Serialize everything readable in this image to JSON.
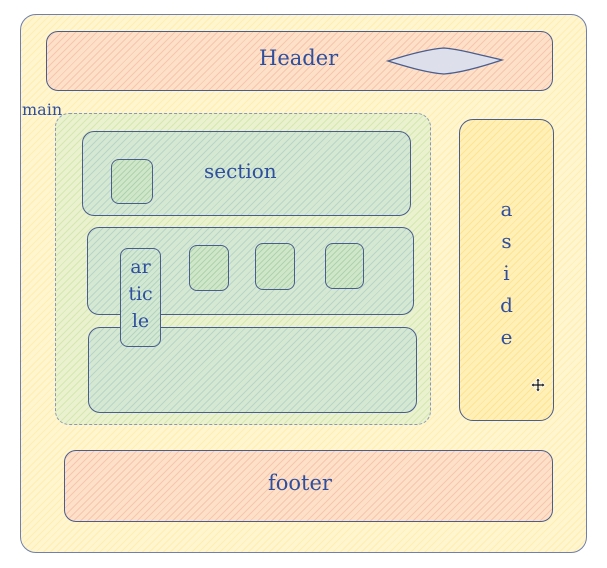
{
  "labels": {
    "header": "Header",
    "main": "main",
    "section": "section",
    "article": [
      "ar",
      "tic",
      "le"
    ],
    "aside": [
      "a",
      "s",
      "i",
      "d",
      "e"
    ],
    "footer": "footer"
  },
  "colors": {
    "page_fill": "#fff6cf",
    "header_fill": "#fde0c8",
    "footer_fill": "#fde0c8",
    "main_fill": "#eaf1cf",
    "block_fill": "#d5e8d2",
    "aside_fill": "#fff0b8",
    "diamond_fill": "#dde0ea",
    "stroke": "#4a5d8f",
    "text": "#2f4f9e"
  },
  "icons": {
    "header_shape": "diamond",
    "cursor": "move-cursor-icon"
  }
}
